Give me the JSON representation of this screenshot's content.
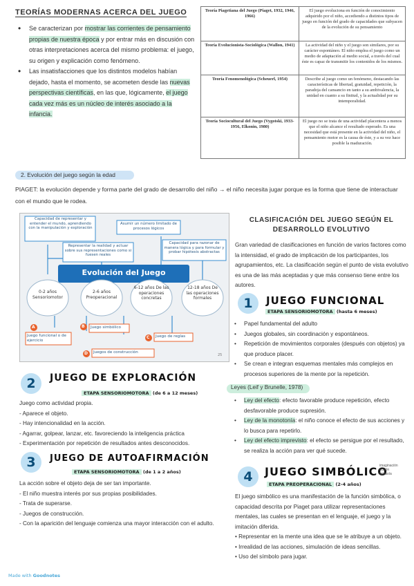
{
  "top": {
    "title": "TEORÍAS MODERNAS ACERCA DEL JUEGO",
    "bullets": [
      {
        "pre": "Se caracterizan por ",
        "hl": "mostrar las corrientes de pensamiento propias de nuestra época",
        "post": " y por entrar más en discusión con otras interpretaciones acerca del mismo problema: el juego, su origen y explicación como fenómeno."
      },
      {
        "pre": "Las insatisfacciones que los distintos modelos habían dejado, hasta el momento, se acometen desde las ",
        "hl": "nuevas perspectivas científicas",
        "mid": ", en las que, lógicamente, ",
        "hl2": "el juego cada vez más es un núcleo de interés asociado a la infancia."
      }
    ]
  },
  "table": {
    "rows": [
      {
        "theory": "Teoría Piagetiana del Juego (Piaget, 1932, 1946, 1966)",
        "desc": "El juego evoluciona en función de conocimiento adquirido por el niño, accediendo a distintos tipos de juego en función del grado de capacidades que subyacen de la evolución de su pensamiento"
      },
      {
        "theory": "Teoría Evolucionista-Sociológica (Wallon, 1941)",
        "desc": "La actividad del niño y el juego son similares, por su carácter espontáneo. El niño emplea el juego como un medio de adaptación al medio social, a través del cual éste es capaz de transmitir los contenidos de los mismos."
      },
      {
        "theory": "Teoría Fenomenológica (Scheuerl, 1954)",
        "desc": "Describe al juego como un fenómeno, destacando las características de libertad, gratuidad, repetición, la paradoja del cansancio en tanto a su ambivalencia, la unidad en cuanto a su finitud, y la actualidad por su intemporalidad."
      },
      {
        "theory": "Teoría Sociocultural del Juego (Vygotski, 1933-1956, Elkonin, 1980)",
        "desc": "El juego no se trata de una actividad placentera a menos que el niño alcance el resultado esperado. Es una necesidad que está presente en la actividad del niño, el pensamiento motor es la causa de éste, y a su vez hace posible la maduración."
      }
    ]
  },
  "section2": {
    "heading": "2. Evolución del juego según la edad",
    "text": "PIAGET: la evolución depende y forma parte del grado de desarrollo del niño → el niño necesita jugar porque es la forma que tiene de interactuar con el mundo que le rodea."
  },
  "diagram": {
    "title": "Evolución del Juego",
    "top_boxes": [
      "Capacidad de representar y entender el mundo, aprendiendo con la manipulación y exploración",
      "Asumir un número limitado de procesos lógicos",
      "Representar la realidad y actuar sobre sus representaciones como si fuesen reales",
      "Capacidad para razonar de manera lógica y para formular y probar hipótesis abstractas"
    ],
    "stages": [
      "0-2 años Sensoriomotor",
      "2-6 años Preoperacional",
      "6-12 años De las operaciones concretas",
      "12-18 años De las operaciones formales"
    ],
    "letters": [
      "A",
      "B",
      "C",
      "D"
    ],
    "games": [
      "Juego funcional o de ejercicio",
      "Juego simbólico",
      "Juego de reglas",
      "Juegos de construcción"
    ],
    "page_num": "25"
  },
  "classification": {
    "title": "CLASIFICACIÓN DEL JUEGO SEGÚN EL DESARROLLO EVOLUTIVO",
    "intro": "Gran variedad de clasificaciones en función de varios factores como la intensidad, el grado de implicación de los participantes, los agrupamientos, etc. La clasificación según el punto de vista evolutivo es una de las más aceptadas y que más consenso tiene entre los autores."
  },
  "s1": {
    "num": "1",
    "title": "JUEGO FUNCIONAL",
    "stage": "ETAPA SENSORIOMOTORA",
    "stage_note": "(hasta 6 meses)",
    "bullets": [
      "Papel fundamental del adulto",
      "Juegos globales, sin coordinación y espontáneos.",
      "Repetición de movimientos corporales (después con objetos) ya que produce placer.",
      "Se crean e integran esquemas mentales más complejos en procesos superiores de la mente por la repetición."
    ],
    "laws_head": "Leyes (Leif y Brunelle, 1978)",
    "laws": [
      {
        "name": "Ley del efecto",
        "text": ": efecto favorable produce repetición, efecto desfavorable produce supresión."
      },
      {
        "name": "Ley de la monotonía",
        "text": ": el niño conoce el efecto de sus acciones y lo busca para repetirlo."
      },
      {
        "name": "Ley del efecto imprevisto",
        "text": ": el efecto se persigue por el resultado, se realiza la acción para ver qué sucede."
      }
    ]
  },
  "s2": {
    "num": "2",
    "title": "JUEGO DE EXPLORACIÓN",
    "stage": "ETAPA SENSORIOMOTORA",
    "stage_note": "(de 6 a 12 meses)",
    "intro": "Juego como actividad propia.",
    "lines": [
      "- Aparece el objeto.",
      "- Hay intencionalidad en la acción.",
      "- Agarrar, golpear, lanzar, etc. favoreciendo la inteligencia práctica",
      "- Experimentación por repetición de resultados antes desconocidos."
    ]
  },
  "s3": {
    "num": "3",
    "title": "JUEGO DE AUTOAFIRMACIÓN",
    "stage": "ETAPA SENSORIOMOTORA",
    "stage_note": "(de 1 a 2 años)",
    "intro": "La acción sobre el objeto deja de ser tan importante.",
    "lines": [
      "- El niño muestra interés por sus propias posibilidades.",
      "- Trata de superarse.",
      "- Juegos de construcción.",
      "- Con la aparición del lenguaje comienza una mayor interacción con el adulto."
    ]
  },
  "s4": {
    "num": "4",
    "title": "JUEGO SIMBÓLICO",
    "side_notes": [
      "imaginación",
      "ficción",
      "fantasía"
    ],
    "stage": "ETAPA PREOPERACIONAL",
    "stage_note": "(2-4 años)",
    "intro": "El juego simbólico es una manifestación de la función simbólica, o capacidad descrita por Piaget para utilizar representaciones mentales, las cuales se presentan en el lenguaje, el juego y la imitación diferida.",
    "lines": [
      "• Representar en la mente una idea que se le atribuye a un objeto.",
      "• Irrealidad de las acciones, simulación de ideas sencillas.",
      "• Uso del símbolo para jugar."
    ]
  },
  "footer": {
    "made_with": "Made with",
    "brand": "Goodnotes"
  }
}
